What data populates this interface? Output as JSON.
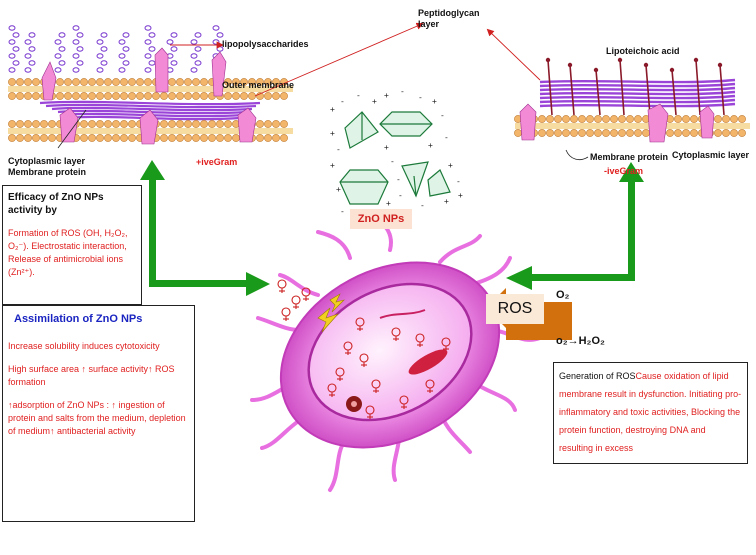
{
  "labels": {
    "lps": "lipopolysaccharides",
    "outer_membrane": "Outer membrane",
    "cytoplasmic_left": "Cytoplasmic layer",
    "membrane_protein_left": "Membrane protein",
    "gram_neg": "+iveGram",
    "peptidoglycan": "Peptidoglycan\nlayer",
    "lipoteichoic": "Lipoteichoic acid",
    "membrane_protein_right": "Membrane protein",
    "cytoplasmic_right": "Cytoplasmic layer",
    "gram_pos": "-iveGram",
    "zno_nps": "ZnO NPs",
    "ros": "ROS",
    "o2_top": "O₂",
    "o2_bottom": "o₂→H₂O₂"
  },
  "efficacy": {
    "title": "Efficacy of ZnO NPs activity by",
    "body": "Formation of ROS (OH, H₂O₂, O₂⁻). Electrostatic interaction, Release of antimicrobial ions (Zn²⁺)."
  },
  "assimilation": {
    "title": "Assimilation of ZnO NPs",
    "p1": "Increase solubility induces cytotoxicity",
    "p2": "High surface area ↑ surface activity↑ ROS formation",
    "p3": "↑adsorption of ZnO NPs : ↑ ingestion of protein and salts from the medium, depletion of medium↑ antibacterial activity"
  },
  "generation": {
    "title": "Generation of ROS",
    "body": "Cause oxidation of lipid membrane result in dysfunction. Initiating pro-inflammatory and toxic activities, Blocking the protein function, destroying DNA and resulting in excess"
  },
  "colors": {
    "arrow_green": "#1a9a1a",
    "label_red": "#e02020",
    "bacterium_pink": "#e86fe0",
    "ros_orange": "#d2700e",
    "membrane_tan": "#f2b56a",
    "peptidoglycan_purple": "#9b45d8",
    "assim_title": "#1a24c0"
  }
}
